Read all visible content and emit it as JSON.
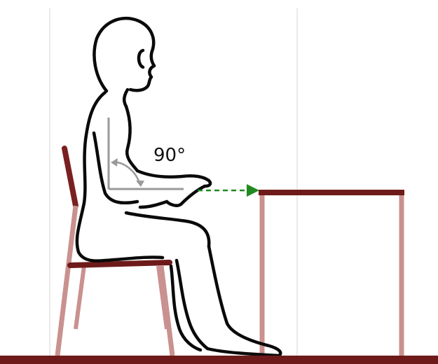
{
  "angle": {
    "label": "90°"
  },
  "colors": {
    "floor": "#6e1a1a",
    "table_top": "#6e1a1a",
    "table_legs": "#c9918f",
    "chair_seat": "#6e1a1a",
    "chair_back": "#7a2020",
    "chair_legs": "#c9918f",
    "arrow": "#1f8a1f",
    "angle_guide": "#9a9a9a",
    "outline": "#0a0a0a",
    "guide_lines": "#e4e4e4"
  },
  "icons": {
    "arrow": "dashed-right-arrow",
    "angle": "double-headed-curved-arrow"
  }
}
